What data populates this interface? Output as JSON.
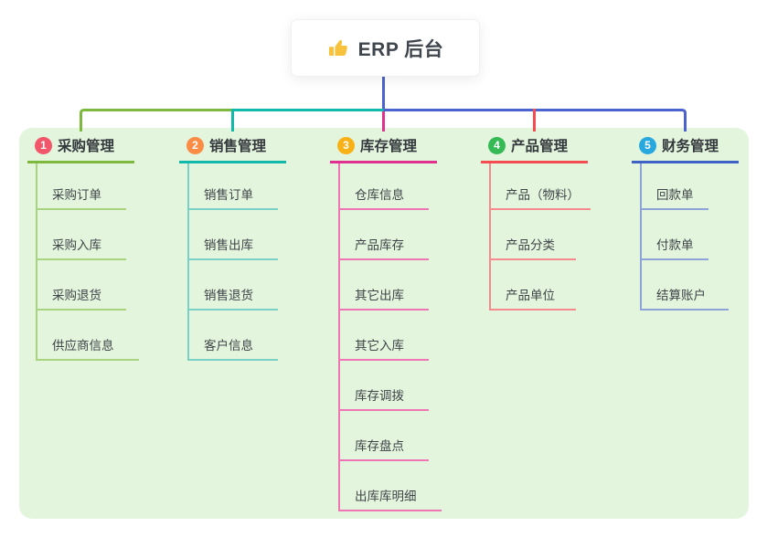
{
  "root": {
    "title": "ERP 后台",
    "icon": "thumbs-up-icon"
  },
  "colors": {
    "connector": "#4a63ce",
    "panel_bg": "#e4f5de",
    "canvas_bg": "#ffffff",
    "text": "#3e4448",
    "thumb_yellow": "#f9c23c"
  },
  "branches": [
    {
      "num": "1",
      "title": "采购管理",
      "badge_color": "#f2566a",
      "line_color": "#7cb93e",
      "sub_color": "#a8d37f",
      "items": [
        "采购订单",
        "采购入库",
        "采购退货",
        "供应商信息"
      ]
    },
    {
      "num": "2",
      "title": "销售管理",
      "badge_color": "#fa8c45",
      "line_color": "#12b8a9",
      "sub_color": "#7acfc7",
      "items": [
        "销售订单",
        "销售出库",
        "销售退货",
        "客户信息"
      ]
    },
    {
      "num": "3",
      "title": "库存管理",
      "badge_color": "#f8b117",
      "line_color": "#e0318f",
      "sub_color": "#f075b5",
      "items": [
        "仓库信息",
        "产品库存",
        "其它出库",
        "其它入库",
        "库存调拨",
        "库存盘点",
        "出库库明细"
      ]
    },
    {
      "num": "4",
      "title": "产品管理",
      "badge_color": "#35ba55",
      "line_color": "#f54c52",
      "sub_color": "#f68a8e",
      "items": [
        "产品（物料）",
        "产品分类",
        "产品单位"
      ]
    },
    {
      "num": "5",
      "title": "财务管理",
      "badge_color": "#27a9e0",
      "line_color": "#3e61c6",
      "sub_color": "#8fa3db",
      "items": [
        "回款单",
        "付款单",
        "结算账户"
      ]
    }
  ]
}
